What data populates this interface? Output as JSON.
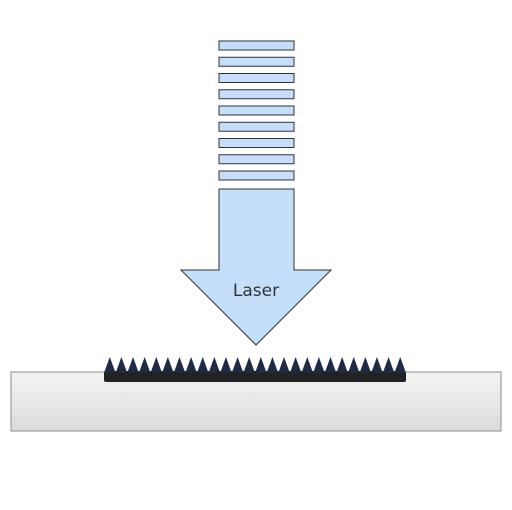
{
  "diagram": {
    "laser_label": "Laser",
    "pulse_count": 9,
    "spike_count": 26,
    "colors": {
      "beam_fill": "#c5defa",
      "stroke": "#333333",
      "film_fill": "#222222",
      "spike_fill": "#1f2a44",
      "substrate_top": "#f3f3f3",
      "substrate_bottom": "#dcdcdc",
      "substrate_stroke": "#8c8c8c",
      "label_color": "#333333"
    }
  }
}
